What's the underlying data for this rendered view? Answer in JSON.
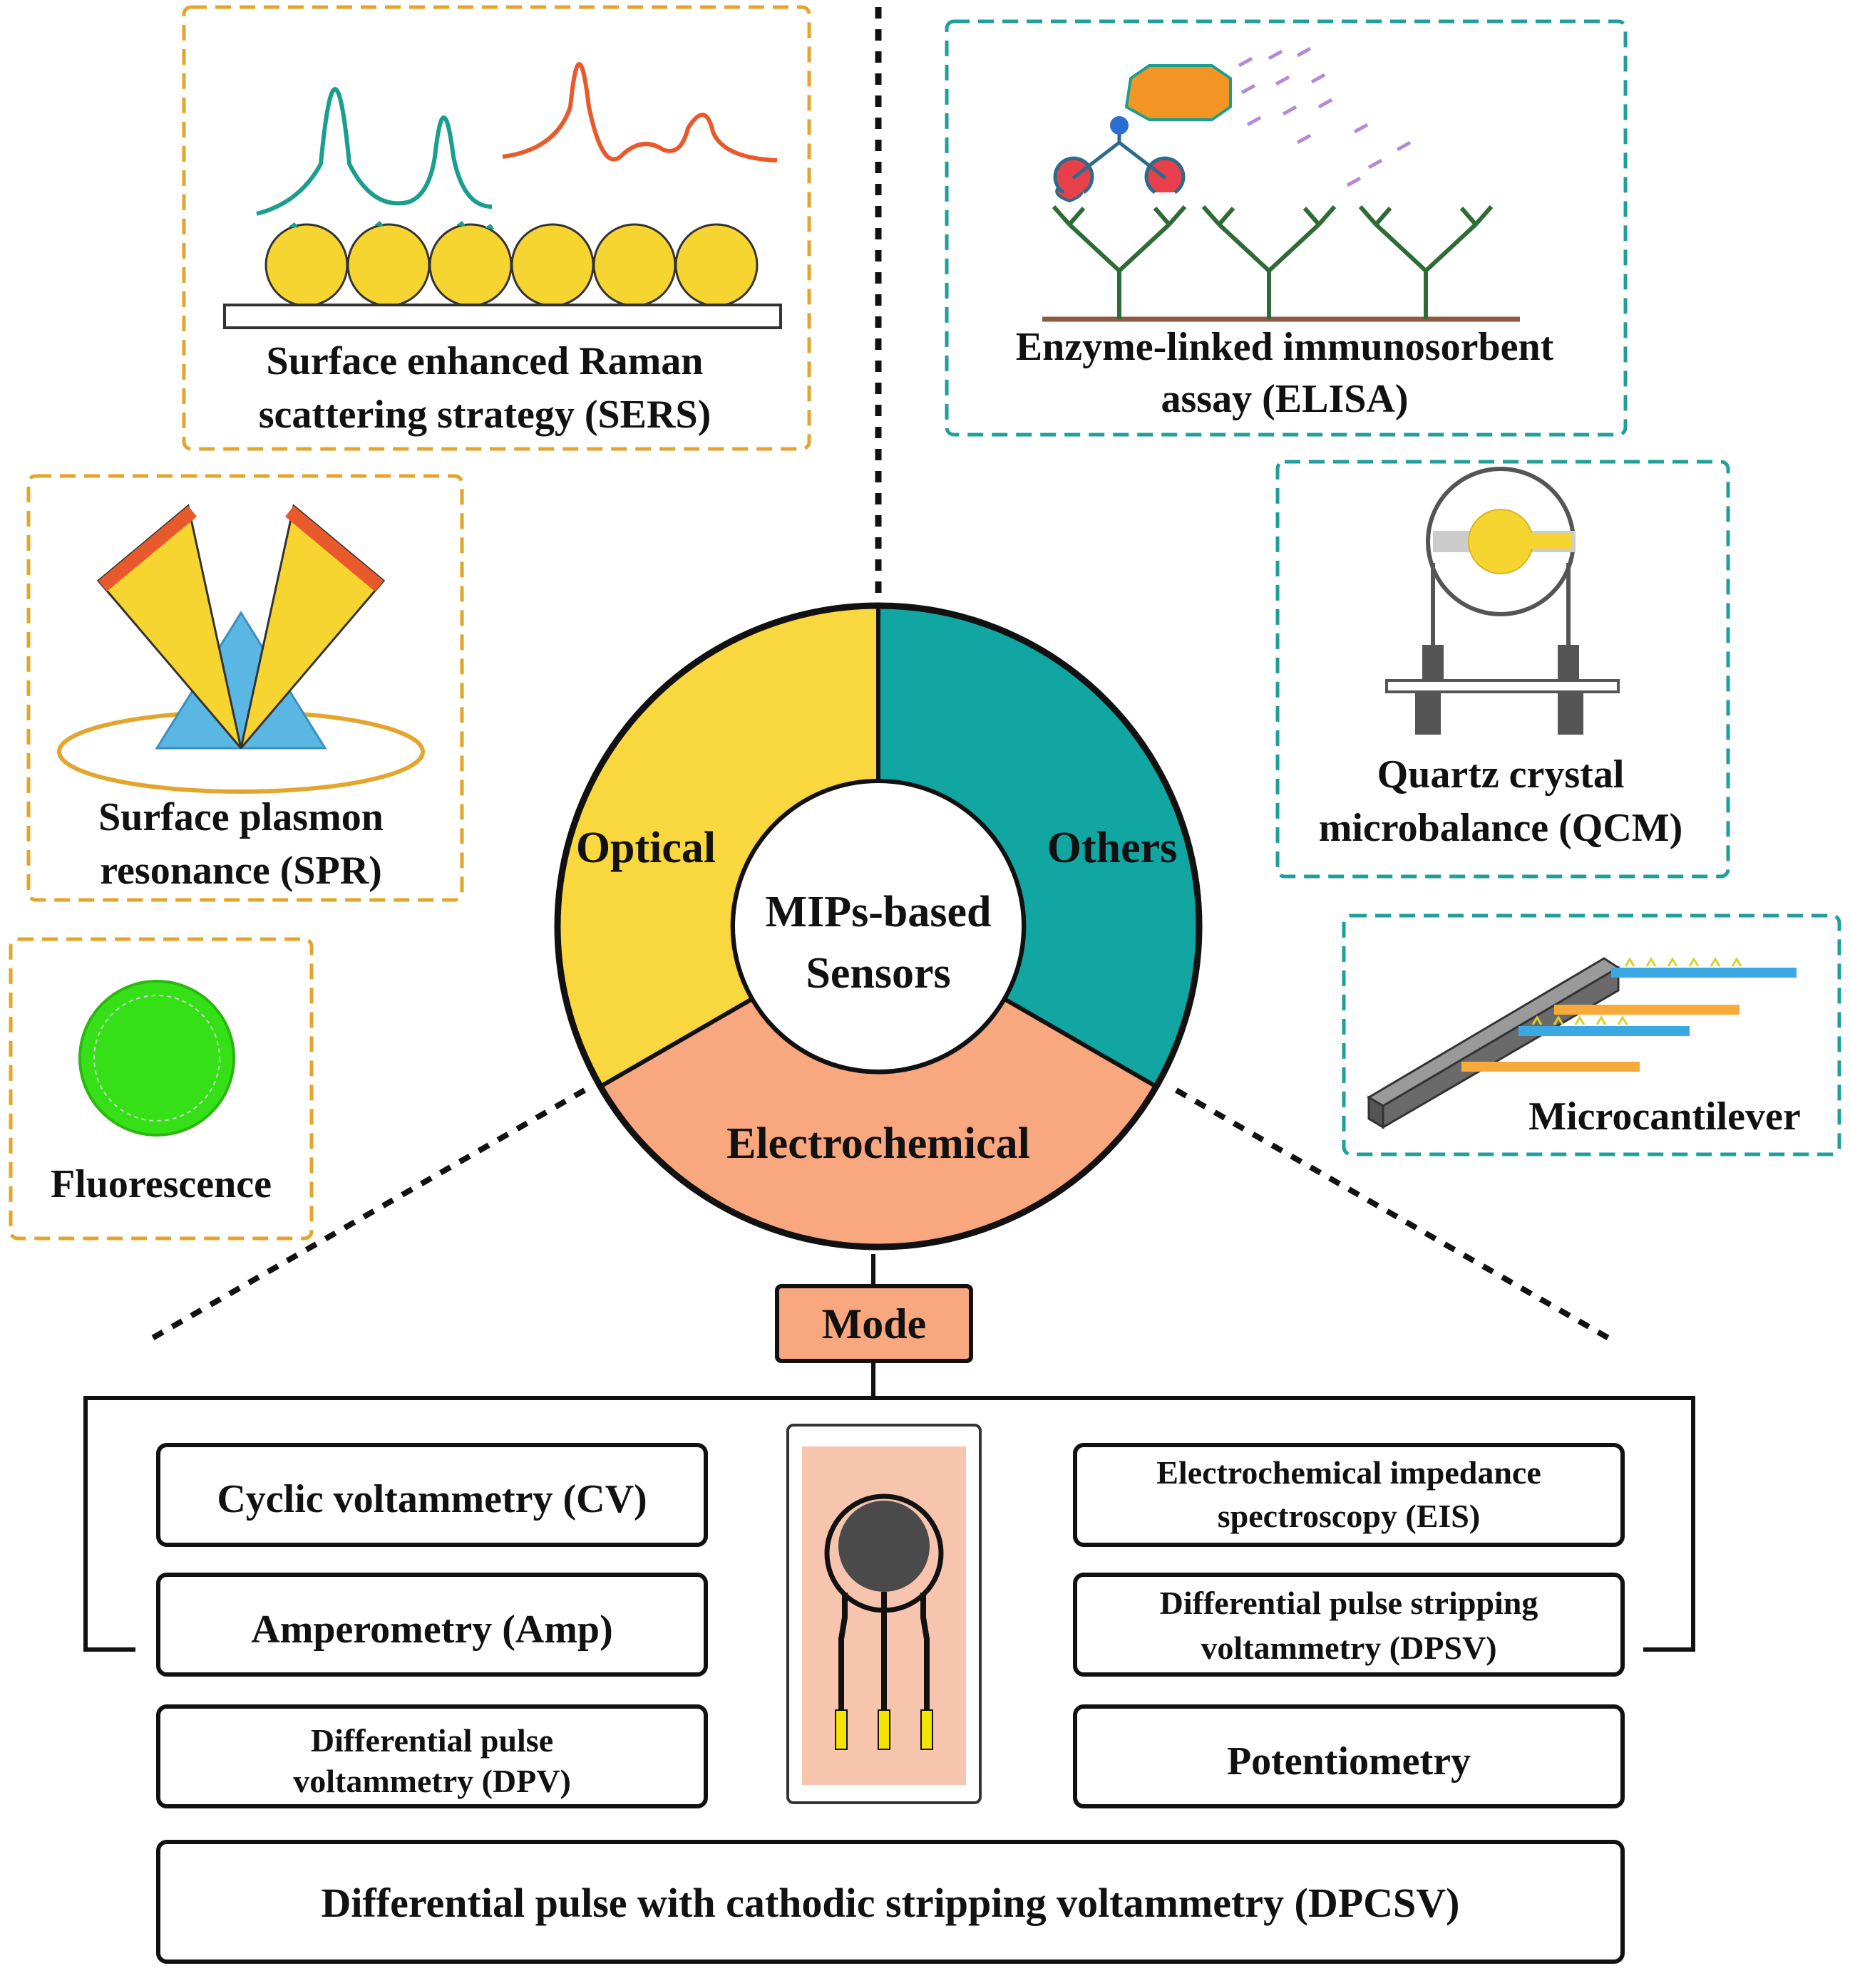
{
  "center": {
    "line1": "MIPs-based",
    "line2": "Sensors",
    "segments": {
      "optical": "Optical",
      "others": "Others",
      "electrochemical": "Electrochemical"
    }
  },
  "optical_methods": {
    "sers": {
      "line1": "Surface enhanced Raman",
      "line2": "scattering strategy (SERS)"
    },
    "spr": {
      "line1": "Surface plasmon",
      "line2": "resonance (SPR)"
    },
    "fluorescence": {
      "line1": "Fluorescence"
    }
  },
  "other_methods": {
    "elisa": {
      "line1": "Enzyme-linked immunosorbent",
      "line2": "assay (ELISA)"
    },
    "qcm": {
      "line1": "Quartz crystal",
      "line2": "microbalance (QCM)"
    },
    "microcantilever": {
      "line1": "Microcantilever"
    }
  },
  "mode": {
    "label": "Mode",
    "left": {
      "cv": "Cyclic voltammetry (CV)",
      "amp": "Amperometry (Amp)",
      "dpv_line1": "Differential pulse",
      "dpv_line2": "voltammetry (DPV)"
    },
    "right": {
      "eis_line1": "Electrochemical impedance",
      "eis_line2": "spectroscopy (EIS)",
      "dpsv_line1": "Differential pulse stripping",
      "dpsv_line2": "voltammetry (DPSV)",
      "potentiometry": "Potentiometry"
    },
    "bottom": "Differential pulse with cathodic stripping voltammetry (DPCSV)"
  },
  "colors": {
    "optical": "#f9d73e",
    "others": "#12a6a2",
    "electrochemical": "#f8a77f",
    "optical_frame": "#e3a52b",
    "others_frame": "#1f9f9c",
    "mode_box": "#f8a77f"
  }
}
